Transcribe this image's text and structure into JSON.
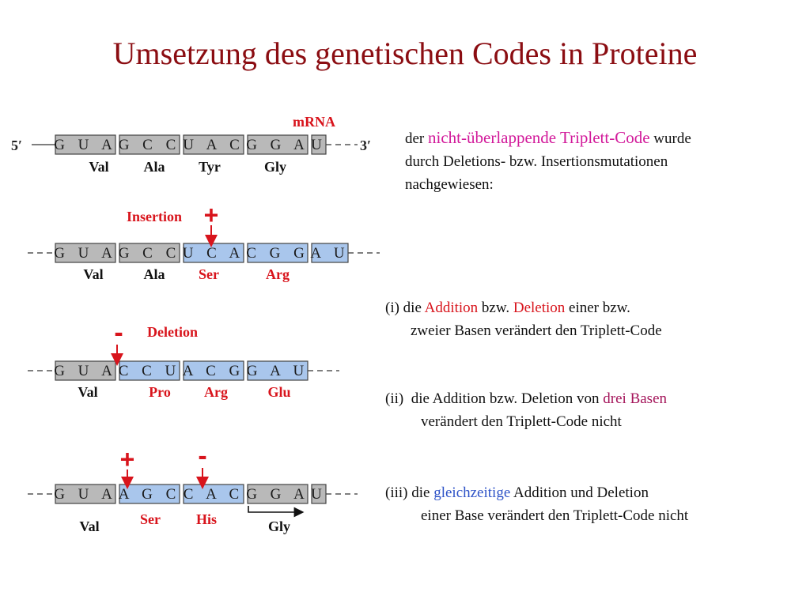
{
  "title": "Umsetzung des genetischen Codes in Proteine",
  "diagram": {
    "mrna_label": "mRNA",
    "five_prime": "5′",
    "three_prime": "3′",
    "insertion_label": "Insertion",
    "deletion_label": "Deletion",
    "plus": "+",
    "minus": "-",
    "row1": {
      "segments": [
        {
          "bases": "G U A",
          "color": "gray"
        },
        {
          "bases": "G C C",
          "color": "gray"
        },
        {
          "bases": "U A C",
          "color": "gray"
        },
        {
          "bases": "G G A",
          "color": "gray"
        },
        {
          "bases": "U",
          "color": "gray"
        }
      ],
      "aminos": [
        {
          "name": "Val",
          "color": "black"
        },
        {
          "name": "Ala",
          "color": "black"
        },
        {
          "name": "Tyr",
          "color": "black"
        },
        {
          "name": "Gly",
          "color": "black"
        }
      ]
    },
    "row2": {
      "segments": [
        {
          "bases": "G U A",
          "color": "gray"
        },
        {
          "bases": "G C C",
          "color": "gray"
        },
        {
          "bases": "U C A",
          "color": "blue"
        },
        {
          "bases": "C G G",
          "color": "blue"
        },
        {
          "bases": "A U",
          "color": "blue"
        }
      ],
      "aminos": [
        {
          "name": "Val",
          "color": "black"
        },
        {
          "name": "Ala",
          "color": "black"
        },
        {
          "name": "Ser",
          "color": "red"
        },
        {
          "name": "Arg",
          "color": "red"
        }
      ]
    },
    "row3": {
      "segments": [
        {
          "bases": "G U A",
          "color": "gray"
        },
        {
          "bases": "C C U",
          "color": "blue"
        },
        {
          "bases": "A C G",
          "color": "blue"
        },
        {
          "bases": "G A U",
          "color": "blue"
        }
      ],
      "aminos": [
        {
          "name": "Val",
          "color": "black"
        },
        {
          "name": "Pro",
          "color": "red"
        },
        {
          "name": "Arg",
          "color": "red"
        },
        {
          "name": "Glu",
          "color": "red"
        }
      ]
    },
    "row4": {
      "segments": [
        {
          "bases": "G U A",
          "color": "gray"
        },
        {
          "bases": "A G C",
          "color": "blue"
        },
        {
          "bases": "C A C",
          "color": "blue"
        },
        {
          "bases": "G G A",
          "color": "gray"
        },
        {
          "bases": "U",
          "color": "gray"
        }
      ],
      "aminos": [
        {
          "name": "Val",
          "color": "black"
        },
        {
          "name": "Ser",
          "color": "red"
        },
        {
          "name": "His",
          "color": "red"
        },
        {
          "name": "Gly",
          "color": "black"
        }
      ]
    },
    "colors": {
      "gray_codon": "#b9b9b9",
      "blue_codon": "#a9c6ec",
      "red_accent": "#d8141c",
      "title": "#8b0d12"
    }
  },
  "text": {
    "intro": {
      "pre": "der ",
      "highlight": "nicht-überlappende Triplett-Code",
      "post": " wurde",
      "line2": "durch Deletions- bzw. Insertionsmutationen",
      "line3": "nachgewiesen:"
    },
    "point1": {
      "prefix": "(i) die ",
      "addition": "Addition",
      "mid": " bzw. ",
      "deletion": "Deletion",
      "post": " einer bzw.",
      "line2": "zweier Basen verändert den Triplett-Code"
    },
    "point2": {
      "prefix": "(ii)  die Addition bzw. Deletion von ",
      "highlight": "drei Basen",
      "line2": "verändert den Triplett-Code nicht"
    },
    "point3": {
      "prefix": "(iii) die ",
      "highlight": "gleichzeitige",
      "post": " Addition und Deletion",
      "line2": "einer Base verändert den Triplett-Code nicht"
    }
  }
}
